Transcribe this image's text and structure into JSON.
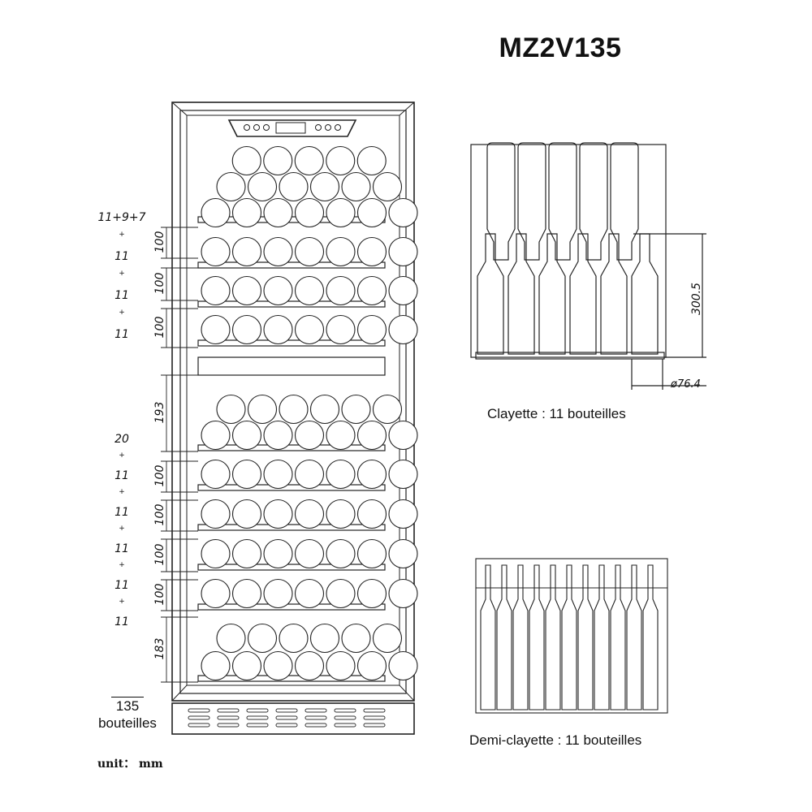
{
  "title": "MZ2V135",
  "upper_section": {
    "counts": [
      "11+9+7",
      "+",
      "11",
      "+",
      "11",
      "+",
      "11"
    ],
    "spacings": [
      "100",
      "100",
      "100"
    ]
  },
  "lower_section": {
    "counts": [
      "20",
      "+",
      "11",
      "+",
      "11",
      "+",
      "11",
      "+",
      "11",
      "+",
      "11"
    ],
    "spacings": [
      "193",
      "100",
      "100",
      "100",
      "100",
      "183"
    ]
  },
  "total": {
    "number": "135",
    "label": "bouteilles"
  },
  "unit_label": "unit： mm",
  "shelf_detail": {
    "height_label": "300.5",
    "diameter_label": "ø76.4",
    "caption": "Clayette : 11 bouteilles"
  },
  "half_shelf_detail": {
    "caption": "Demi-clayette : 11 bouteilles"
  }
}
